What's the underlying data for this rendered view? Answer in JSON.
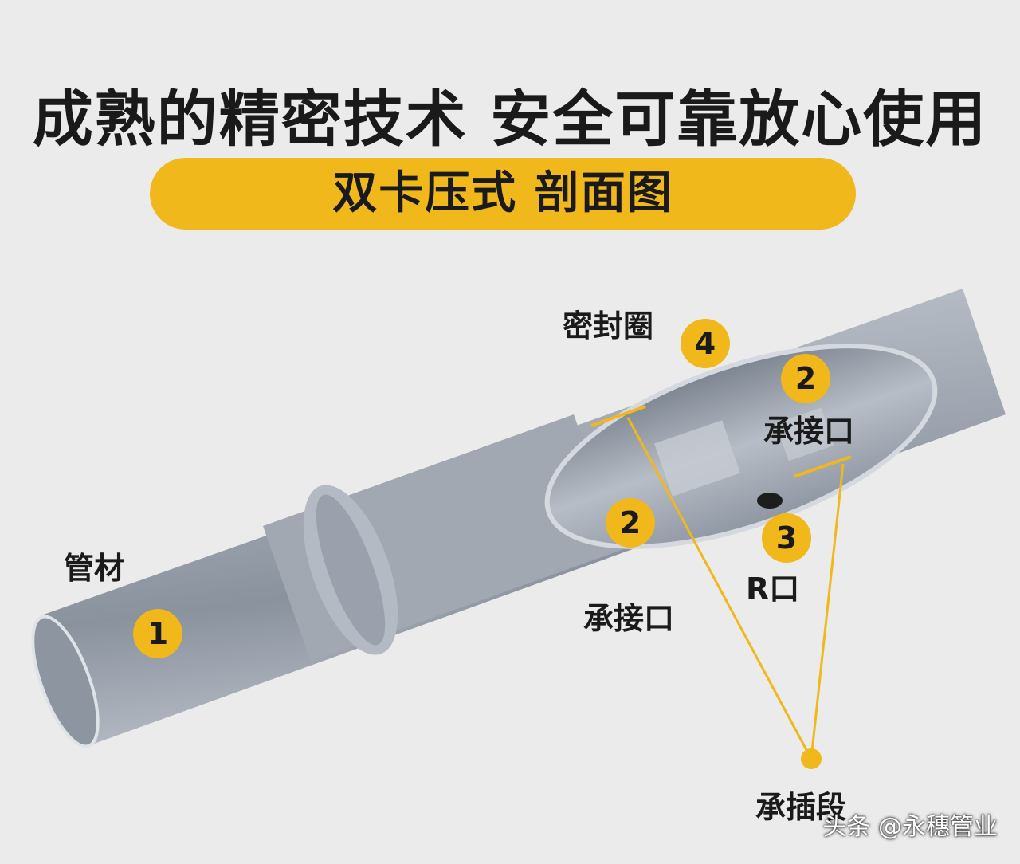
{
  "header": {
    "headline": "成熟的精密技术  安全可靠放心使用",
    "banner": "双卡压式 剖面图"
  },
  "labels": {
    "pipe": "管材",
    "seal_ring": "密封圈",
    "socket_upper": "承接口",
    "socket_lower": "承接口",
    "r_port": "R口",
    "socket_section": "承插段"
  },
  "badges": {
    "pipe": "1",
    "socket_upper": "2",
    "socket_lower": "2",
    "r_port": "3",
    "seal_ring": "4"
  },
  "watermark": "头条 @永穗管业",
  "colors": {
    "background": "#ebebeb",
    "accent": "#f0b81a",
    "text": "#1a1a1a",
    "steel": "#a6adb7"
  }
}
